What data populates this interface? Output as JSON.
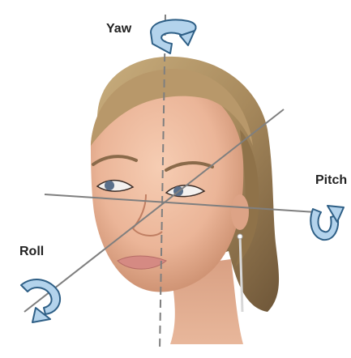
{
  "labels": {
    "yaw": "Yaw",
    "pitch": "Pitch",
    "roll": "Roll"
  },
  "colors": {
    "background": "#ffffff",
    "arrow_fill": "#b3d3ec",
    "arrow_stroke": "#2e5f86",
    "axis_line": "#7f7f7f",
    "label_text": "#222222"
  },
  "icons": {
    "yaw": "rotation-arrow-icon",
    "pitch": "rotation-arrow-icon",
    "roll": "rotation-arrow-icon"
  }
}
